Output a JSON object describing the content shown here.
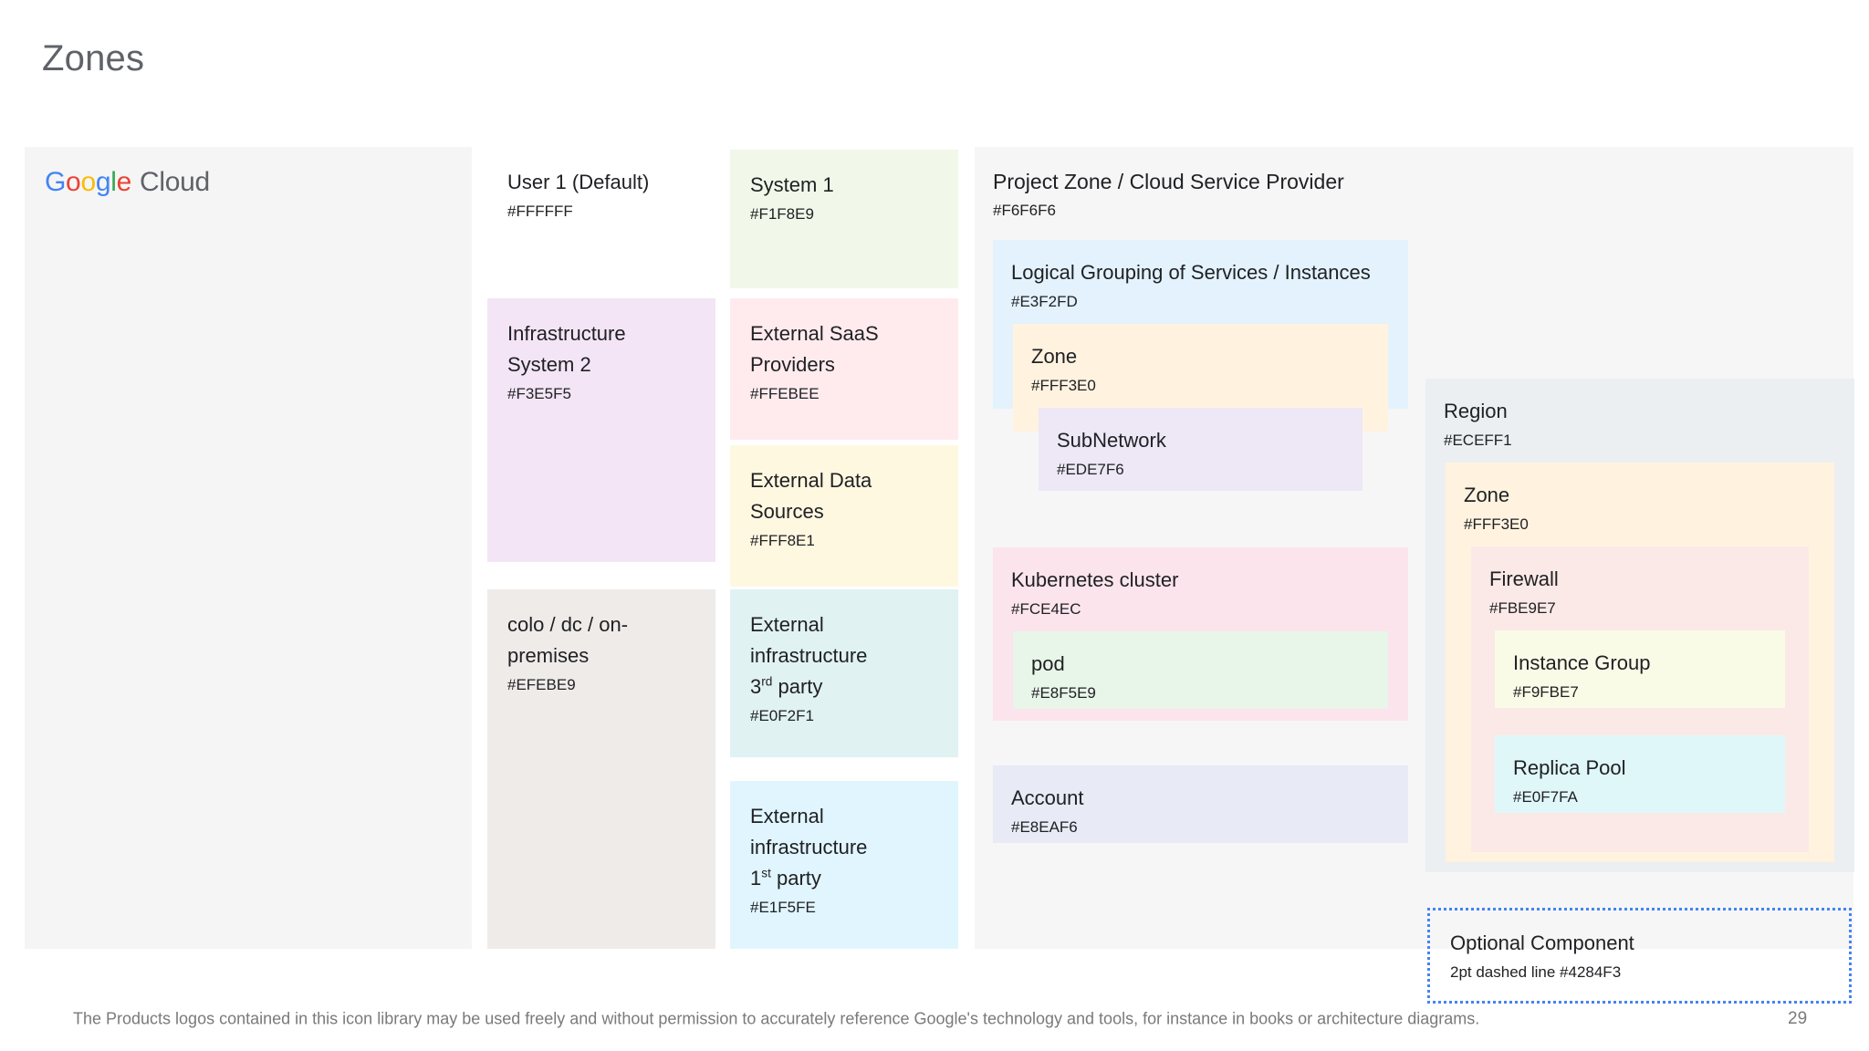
{
  "slide": {
    "title": "Zones",
    "page_number": "29",
    "footer_note": "The Products logos contained in this icon library may be used freely and without permission to accurately reference Google's technology and tools, for instance in books or architecture diagrams."
  },
  "brand": {
    "logo_word": "Google",
    "logo_letters": [
      "G",
      "o",
      "o",
      "g",
      "l",
      "e"
    ],
    "logo_suffix": "Cloud",
    "colors": {
      "blue": "#4285F4",
      "red": "#EA4335",
      "yellow": "#FBBC05",
      "green": "#34A853",
      "grey": "#5F6368"
    }
  },
  "legend": {
    "column1": {
      "panel_fill": "#F5F5F5"
    },
    "column2": [
      {
        "label": "User 1 (Default)",
        "hex": "#FFFFFF"
      },
      {
        "label": "Infrastructure System 2",
        "hex": "#F3E5F5"
      },
      {
        "label": "colo / dc / on-premises",
        "hex": "#EFEBE9"
      }
    ],
    "column3": [
      {
        "label": "System 1",
        "hex": "#F1F8E9"
      },
      {
        "label": "External SaaS Providers",
        "hex": "#FFEBEE"
      },
      {
        "label": "External Data Sources",
        "hex": "#FFF8E1"
      },
      {
        "label": "External infrastructure",
        "ordinal": "3",
        "ordinal_suffix": "rd",
        "label_tail": " party",
        "hex": "#E0F2F1"
      },
      {
        "label": "External infrastructure",
        "ordinal": "1",
        "ordinal_suffix": "st",
        "label_tail": " party",
        "hex": "#E1F5FE"
      }
    ]
  },
  "project_zone": {
    "label": "Project Zone / Cloud Service Provider",
    "hex": "#F6F6F6",
    "logical_grouping": {
      "label": "Logical Grouping of Services / Instances",
      "hex": "#E3F2FD",
      "zone": {
        "label": "Zone",
        "hex": "#FFF3E0",
        "subnetwork": {
          "label": "SubNetwork",
          "hex": "#EDE7F6"
        }
      }
    },
    "kubernetes": {
      "label": "Kubernetes cluster",
      "hex": "#FCE4EC",
      "pod": {
        "label": "pod",
        "hex": "#E8F5E9"
      }
    },
    "account": {
      "label": "Account",
      "hex": "#E8EAF6"
    },
    "region": {
      "label": "Region",
      "hex": "#ECEFF1",
      "zone": {
        "label": "Zone",
        "hex": "#FFF3E0",
        "firewall": {
          "label": "Firewall",
          "hex": "#FBE9E7",
          "instance_group": {
            "label": "Instance Group",
            "hex": "#F9FBE7"
          },
          "replica_pool": {
            "label": "Replica Pool",
            "hex": "#E0F7FA"
          }
        }
      }
    },
    "optional_component": {
      "label": "Optional Component",
      "hex": "2pt dashed line #4284F3",
      "stroke_color": "#4284F3"
    }
  }
}
